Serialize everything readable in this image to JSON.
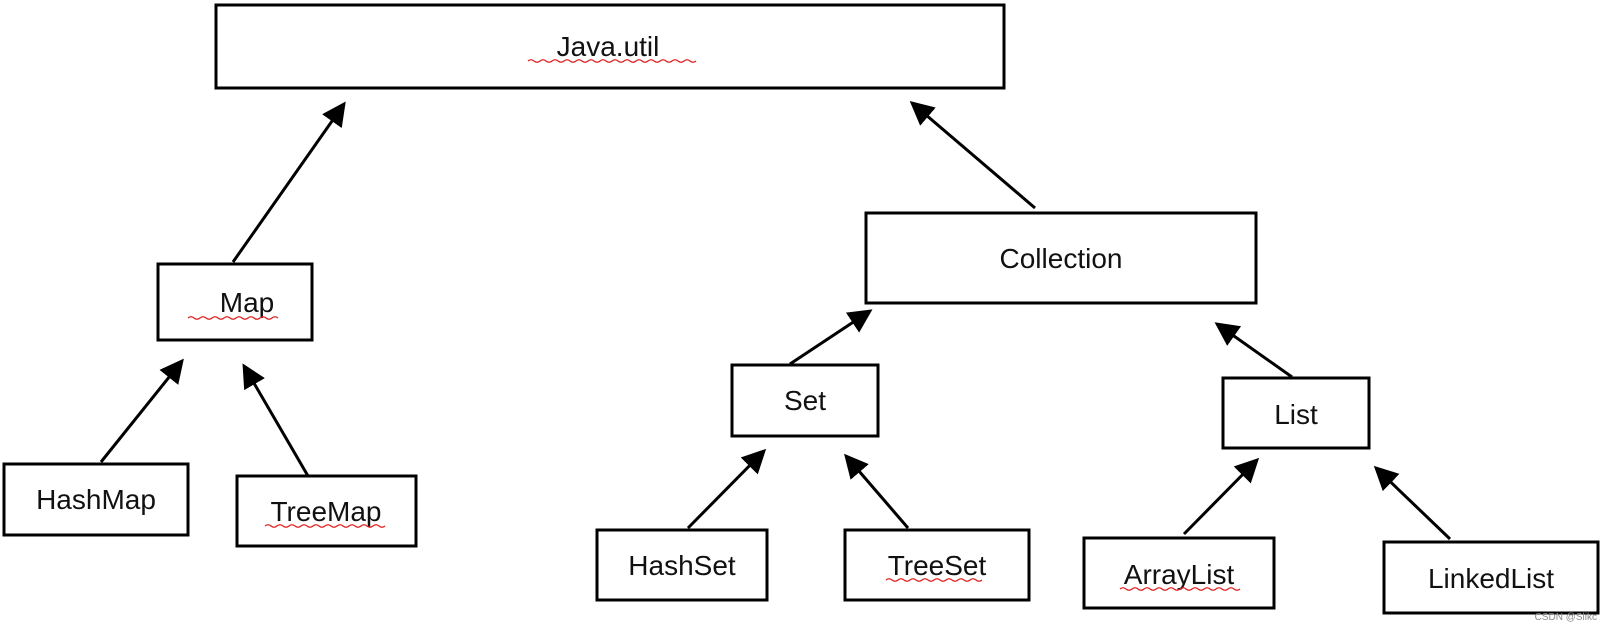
{
  "nodes": {
    "java_util": {
      "label": "Java.util"
    },
    "map": {
      "label": "Map"
    },
    "collection": {
      "label": "Collection"
    },
    "hashmap": {
      "label": "HashMap"
    },
    "treemap": {
      "label": "TreeMap"
    },
    "set": {
      "label": "Set"
    },
    "list": {
      "label": "List"
    },
    "hashset": {
      "label": "HashSet"
    },
    "treeset": {
      "label": "TreeSet"
    },
    "arraylist": {
      "label": "ArrayList"
    },
    "linkedlist": {
      "label": "LinkedList"
    }
  },
  "edges": [
    {
      "from": "Map",
      "to": "Java.util"
    },
    {
      "from": "Collection",
      "to": "Java.util"
    },
    {
      "from": "HashMap",
      "to": "Map"
    },
    {
      "from": "TreeMap",
      "to": "Map"
    },
    {
      "from": "Set",
      "to": "Collection"
    },
    {
      "from": "List",
      "to": "Collection"
    },
    {
      "from": "HashSet",
      "to": "Set"
    },
    {
      "from": "TreeSet",
      "to": "Set"
    },
    {
      "from": "ArrayList",
      "to": "List"
    },
    {
      "from": "LinkedList",
      "to": "List"
    }
  ],
  "colors": {
    "stroke": "#000000",
    "spellcheck_underline": "#e02020",
    "watermark": "#8a8a8a"
  },
  "watermark": {
    "text": "CSDN @Slikc"
  }
}
